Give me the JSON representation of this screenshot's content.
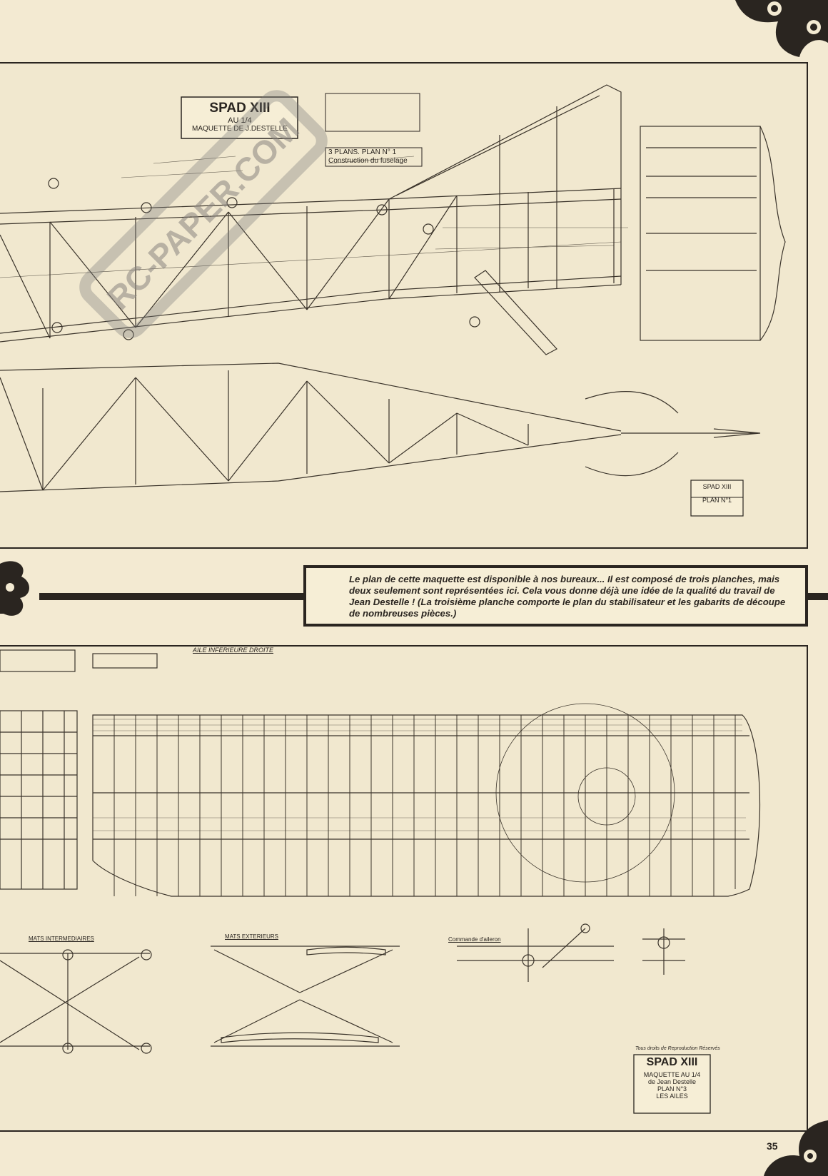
{
  "plan1": {
    "title_main": "SPAD XIII",
    "title_scale": "AU 1/4",
    "title_author": "MAQUETTE DE J.DESTELLE",
    "plans_heading": "3 PLANS. PLAN N° 1",
    "plans_sub": "Construction du fuselage",
    "label_name": "SPAD XIII",
    "label_plan": "PLAN N°1"
  },
  "note": {
    "text": "Le plan de cette maquette est disponible à nos bureaux... Il est composé de trois planches, mais deux seulement sont représentées ici. Cela vous donne déjà une idée de la qualité du travail de Jean Destelle ! (La troisième planche comporte le plan du stabilisateur et les gabarits de découpe de nombreuses pièces.)"
  },
  "plan3": {
    "heading": "AILE INFERIEURE DROITE",
    "left_heading": "MATS INTERMEDIAIRES",
    "mid_heading": "MATS EXTERIEURS",
    "right_heading": "Commande d'aileron",
    "rights": "Tous droits de Reproduction Réservés",
    "label_name": "SPAD XIII",
    "label_sub": "MAQUETTE AU 1/4",
    "label_author": "de Jean Destelle",
    "label_plan": "PLAN N°3",
    "label_part": "LES AILES"
  },
  "watermark": "RC-PAPER.COM",
  "page_number": "35"
}
